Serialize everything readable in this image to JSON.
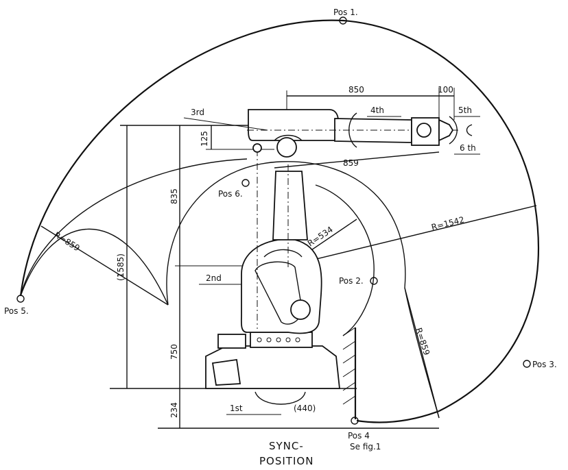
{
  "positions": {
    "pos1": "Pos 1.",
    "pos2": "Pos 2.",
    "pos3": "Pos 3.",
    "pos4": "Pos 4",
    "pos5": "Pos 5.",
    "pos6": "Pos 6."
  },
  "axes": {
    "first": "1st",
    "second": "2nd",
    "third": "3rd",
    "fourth": "4th",
    "fifth": "5th",
    "sixth": "6 th"
  },
  "dimensions": {
    "d850": "850",
    "d100": "100",
    "d125": "125",
    "d859": "859",
    "d835": "835",
    "d1585": "(1585)",
    "d750": "750",
    "d234": "234",
    "d440": "(440)",
    "r859_left": "R=859",
    "r859_right": "R=859",
    "r534": "R=534",
    "r1542": "R=1542"
  },
  "notes": {
    "sync_line1": "SYNC-",
    "sync_line2": "POSITION",
    "see_fig": "Se  fig.1"
  }
}
